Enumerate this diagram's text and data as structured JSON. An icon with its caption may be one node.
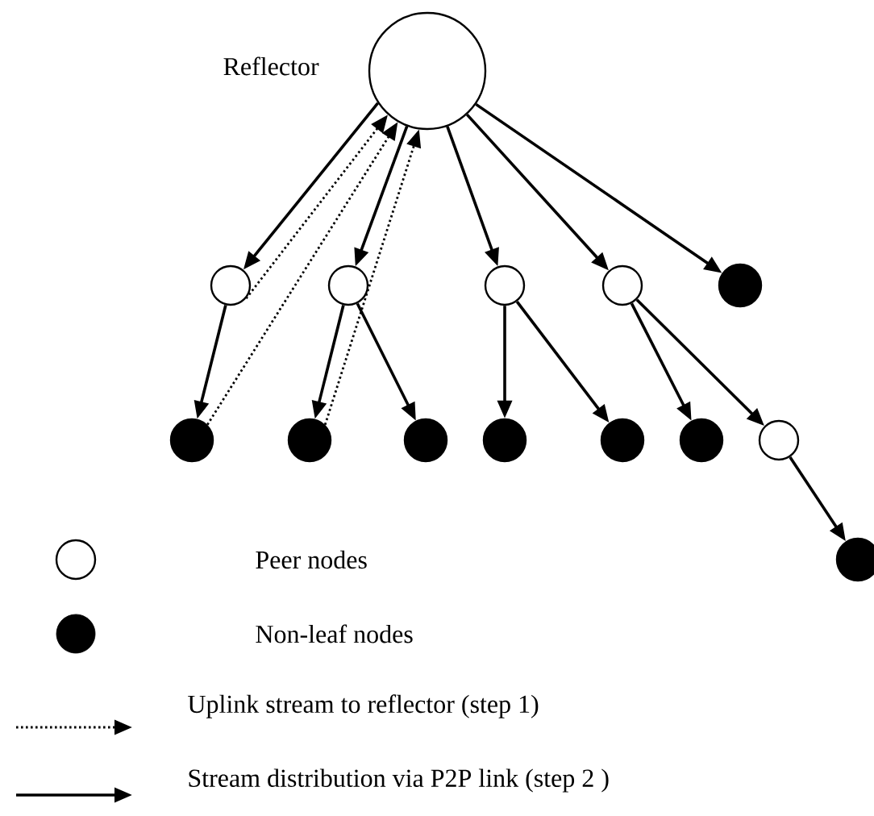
{
  "diagram": {
    "nodes": [
      {
        "text": [],
        "shape": "circle",
        "beside": [
          "Reflector"
        ]
      },
      {
        "text": [],
        "shape": "circle"
      },
      {
        "text": [],
        "shape": "circle"
      },
      {
        "text": [],
        "shape": "circle"
      },
      {
        "text": [],
        "shape": "circle"
      },
      {
        "text": [],
        "shape": "dot"
      },
      {
        "text": [],
        "shape": "dot"
      },
      {
        "text": [],
        "shape": "dot"
      },
      {
        "text": [],
        "shape": "dot"
      },
      {
        "text": [],
        "shape": "dot"
      },
      {
        "text": [],
        "shape": "dot"
      },
      {
        "text": [],
        "shape": "dot"
      },
      {
        "text": [],
        "shape": "circle"
      },
      {
        "text": [],
        "shape": "dot"
      }
    ],
    "edges": [
      {
        "from": 0,
        "to": 1,
        "arrow": "to"
      },
      {
        "from": 0,
        "to": 2,
        "arrow": "to"
      },
      {
        "from": 0,
        "to": 3,
        "arrow": "to"
      },
      {
        "from": 0,
        "to": 4,
        "arrow": "to"
      },
      {
        "from": 0,
        "to": 5,
        "arrow": "to"
      },
      {
        "from": 1,
        "to": 6,
        "arrow": "to"
      },
      {
        "from": 2,
        "to": 7,
        "arrow": "to"
      },
      {
        "from": 2,
        "to": 8,
        "arrow": "to"
      },
      {
        "from": 3,
        "to": 9,
        "arrow": "to"
      },
      {
        "from": 3,
        "to": 10,
        "arrow": "to"
      },
      {
        "from": 4,
        "to": 11,
        "arrow": "to"
      },
      {
        "from": 4,
        "to": 12,
        "arrow": "to"
      },
      {
        "from": 12,
        "to": 13,
        "arrow": "to"
      },
      {
        "from": 1,
        "to": 0,
        "arrow": "to",
        "style": "dashed"
      },
      {
        "from": 6,
        "to": 0,
        "arrow": "to",
        "style": "dashed"
      },
      {
        "from": 7,
        "to": 0,
        "arrow": "to",
        "style": "dashed"
      }
    ],
    "legend": [
      {
        "text": "Peer nodes"
      },
      {
        "text": "Non-leaf nodes"
      },
      {
        "text": "Uplink stream to reflector (step 1)"
      },
      {
        "text": "Stream distribution via P2P link (step 2 )"
      }
    ]
  }
}
